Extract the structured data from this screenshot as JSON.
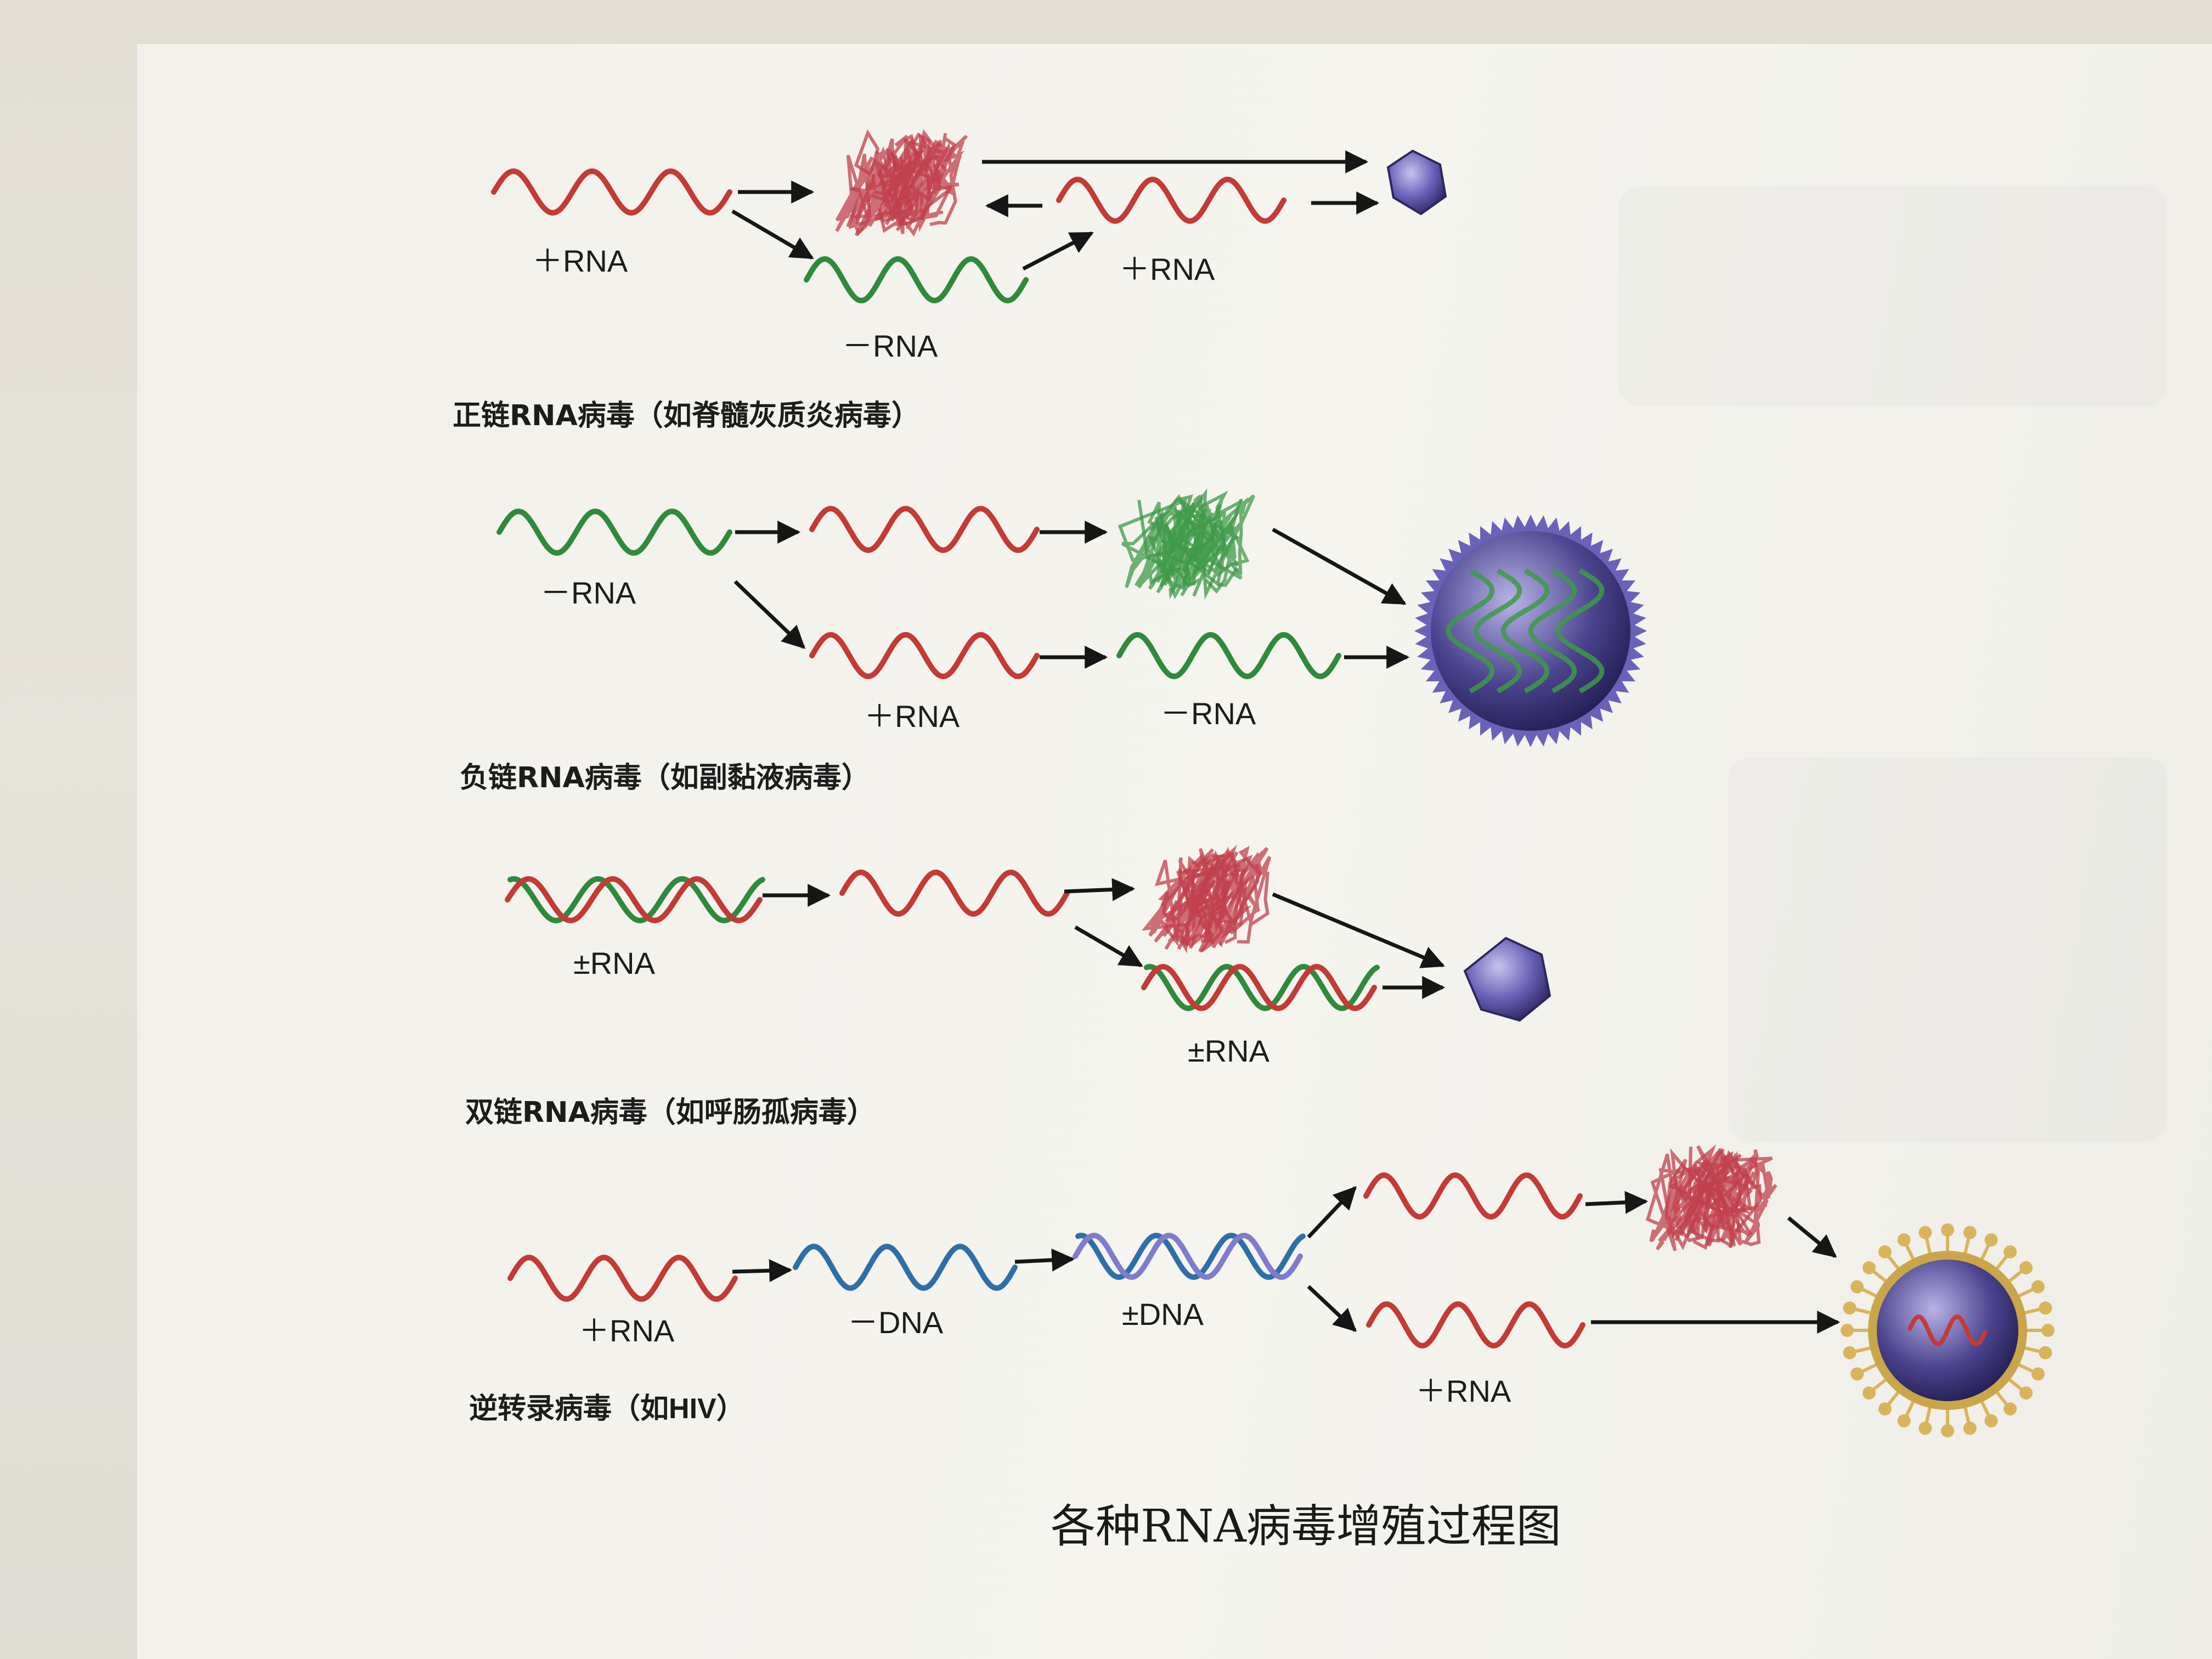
{
  "figure_title": "各种RNA病毒增殖过程图",
  "colors": {
    "plus_rna": "#c43a36",
    "minus_rna": "#2f8a3c",
    "minus_dna": "#2f6fa8",
    "capsid": "#7f7ccc",
    "envelope_spike": "#d9b45a"
  },
  "rows": [
    {
      "caption": "正链RNA病毒（如脊髓灰质炎病毒）",
      "labels": [
        "＋RNA",
        "－RNA",
        "＋RNA"
      ]
    },
    {
      "caption": "负链RNA病毒（如副黏液病毒）",
      "labels": [
        "－RNA",
        "＋RNA",
        "－RNA"
      ]
    },
    {
      "caption": "双链RNA病毒（如呼肠孤病毒）",
      "labels": [
        "±RNA",
        "±RNA"
      ]
    },
    {
      "caption_prefix": "逆转录病毒（如",
      "caption_bold": "HIV",
      "caption_suffix": "）",
      "labels": [
        "＋RNA",
        "－DNA",
        "±DNA",
        "＋RNA"
      ]
    }
  ]
}
